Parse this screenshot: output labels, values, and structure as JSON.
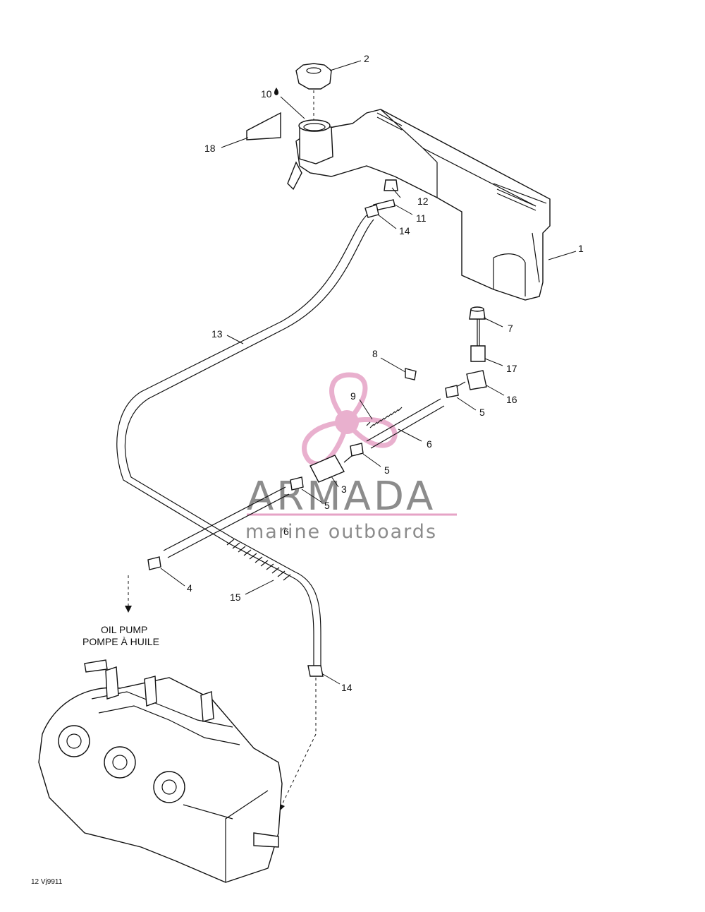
{
  "callouts": {
    "c1": "1",
    "c2": "2",
    "c3": "3",
    "c4": "4",
    "c5a": "5",
    "c5b": "5",
    "c5c": "5",
    "c6a": "6",
    "c6b": "6",
    "c7": "7",
    "c8": "8",
    "c9": "9",
    "c10": "10",
    "c11": "11",
    "c12": "12",
    "c13": "13",
    "c14a": "14",
    "c14b": "14",
    "c15": "15",
    "c16": "16",
    "c17": "17",
    "c18": "18"
  },
  "oil_pump": {
    "line1": "OIL PUMP",
    "line2": "POMPE À HUILE"
  },
  "ref_code": "12 Vj9911",
  "watermark": {
    "title": "ARMADA",
    "subtitle": "marine outboards",
    "pink": "#e6a3c6",
    "pink_dark": "#d87fae",
    "grey": "#8c8c8c"
  },
  "icons": {
    "drop": "oil-drop-icon",
    "arrow": "flow-arrow-icon"
  }
}
